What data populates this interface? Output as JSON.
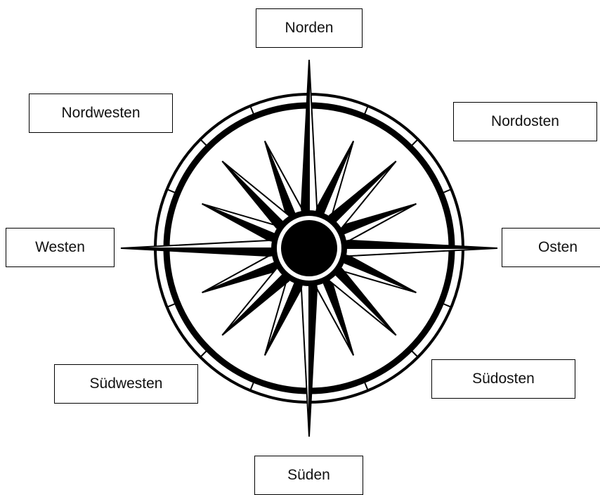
{
  "labels": {
    "north": "Norden",
    "northeast": "Nordosten",
    "east": "Osten",
    "southeast": "Südosten",
    "south": "Süden",
    "southwest": "Südwesten",
    "west": "Westen",
    "northwest": "Nordwesten"
  },
  "colors": {
    "ink": "#000000",
    "paper": "#ffffff"
  }
}
